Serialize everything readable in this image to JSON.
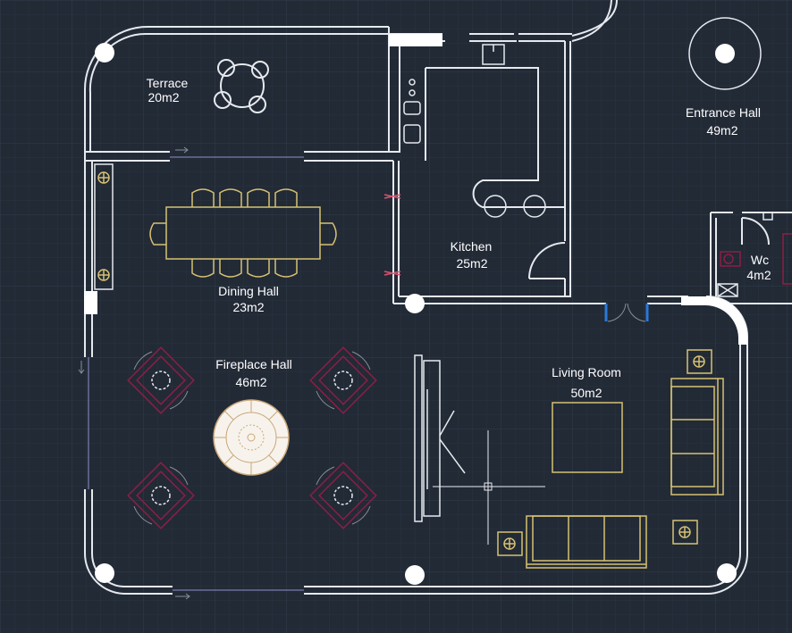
{
  "colors": {
    "background": "#222a36",
    "grid_minor": "#2a3340",
    "grid_major": "#323c4b",
    "wall": "#e6e9ee",
    "furniture_gold": "#d6c172",
    "furniture_magenta": "#8a1f45",
    "door_blue": "#2b78d8",
    "window_pink": "#d9536f",
    "label": "#ffffff",
    "rotate_gray": "#8a909a"
  },
  "rooms": [
    {
      "key": "terrace",
      "name": "Terrace",
      "area": "20m2"
    },
    {
      "key": "entrance_hall",
      "name": "Entrance Hall",
      "area": "49m2"
    },
    {
      "key": "kitchen",
      "name": "Kitchen",
      "area": "25m2"
    },
    {
      "key": "wc",
      "name": "Wc",
      "area": "4m2"
    },
    {
      "key": "dining_hall",
      "name": "Dining Hall",
      "area": "23m2"
    },
    {
      "key": "fireplace_hall",
      "name": "Fireplace Hall",
      "area": "46m2"
    },
    {
      "key": "living_room",
      "name": "Living Room",
      "area": "50m2"
    }
  ]
}
